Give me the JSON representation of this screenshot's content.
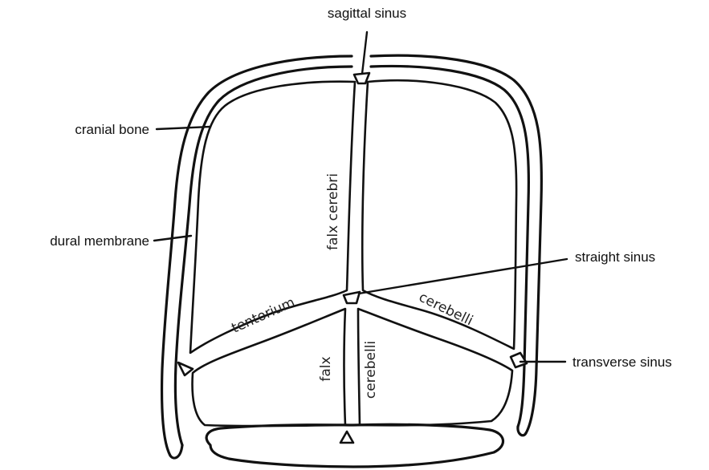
{
  "labels": {
    "sagittal_sinus": "sagittal sinus",
    "cranial_bone": "cranial bone",
    "dural_membrane": "dural membrane",
    "straight_sinus": "straight sinus",
    "transverse_sinus": "transverse sinus"
  },
  "inner_labels": {
    "falx_cerebri": "falx cerebri",
    "tentorium": "tentorium",
    "cerebelli_upper": "cerebelli",
    "falx_lower": "falx",
    "cerebelli_lower": "cerebelli"
  }
}
